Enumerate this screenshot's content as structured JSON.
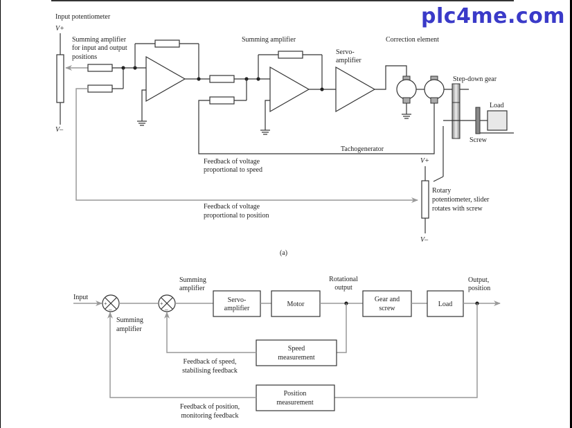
{
  "watermark": "plc4me.com",
  "circuit": {
    "caption": "(a)",
    "input_pot_label": "Input potentiometer",
    "v_plus": "V+",
    "v_minus": "V–",
    "summing1_label": [
      "Summing amplifier",
      "for input and output",
      "positions"
    ],
    "summing2_label": "Summing amplifier",
    "servo_label": [
      "Servo-",
      "amplifier"
    ],
    "correction_label": "Correction element",
    "stepdown_label": "Step-down gear",
    "load_label": "Load",
    "screw_label": "Screw",
    "tacho_label": "Tachogenerator",
    "fb_speed_label": [
      "Feedback of voltage",
      "proportional to speed"
    ],
    "fb_position_label": [
      "Feedback of voltage",
      "proportional to position"
    ],
    "rotary_label": [
      "Rotary",
      "potentiometer, slider",
      "rotates with screw"
    ]
  },
  "block": {
    "input_label": "Input",
    "summing_top_label": [
      "Summing",
      "amplifier"
    ],
    "summing_bottom_label": [
      "Summing",
      "amplifier"
    ],
    "plus": "+",
    "minus": "–",
    "servo_block": [
      "Servo-",
      "amplifier"
    ],
    "motor_block": "Motor",
    "rotational_output_label": [
      "Rotational",
      "output"
    ],
    "gear_block": [
      "Gear and",
      "screw"
    ],
    "load_block": "Load",
    "output_label": [
      "Output,",
      "position"
    ],
    "speed_block": [
      "Speed",
      "measurement"
    ],
    "position_block": [
      "Position",
      "measurement"
    ],
    "fb_speed_label": [
      "Feedback of speed,",
      "stabilising feedback"
    ],
    "fb_position_label": [
      "Feedback of position,",
      "monitoring feedback"
    ]
  }
}
